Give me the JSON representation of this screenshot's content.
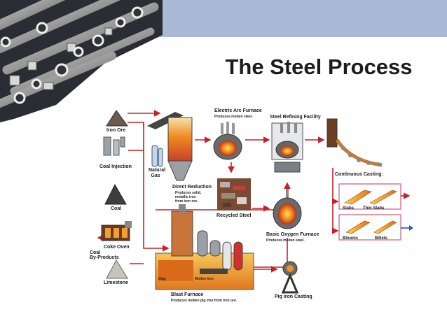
{
  "slide": {
    "title": "The Steel Process"
  },
  "diagram": {
    "nodes": {
      "iron_ore": "Iron Ore",
      "coal_injection": "Coal Injection",
      "natural_gas_line1": "Natural",
      "natural_gas_line2": "Gas",
      "direct_reduction": "Direct Reduction",
      "direct_reduction_desc": [
        "Produces solid,",
        "metallic iron",
        "from iron ore."
      ],
      "electric_arc_furnace": "Electric Arc Furnace",
      "electric_arc_furnace_desc": "Produces molten steel.",
      "steel_refining_facility": "Steel Refining Facility",
      "continuous_casting": "Continuous Casting:",
      "coal": "Coal",
      "recycled_steel": "Recycled Steel",
      "slabs": "Slabs",
      "thin_slabs": "Thin Slabs",
      "blooms": "Blooms",
      "billets": "Billets",
      "coke_oven": "Coke Oven",
      "coal_by_products_line1": "Coal",
      "coal_by_products_line2": "By-Products",
      "basic_oxygen_furnace": "Basic Oxygen Furnace",
      "basic_oxygen_furnace_desc": "Produces molten steel.",
      "limestone": "Limestone",
      "slag": "Slag",
      "molten_iron": "Molten Iron",
      "blast_furnace": "Blast Furnace",
      "blast_furnace_desc": "Produces molten pig iron from iron ore.",
      "pig_iron_casting": "Pig Iron Casting"
    },
    "colors": {
      "flow_line": "#c8202a",
      "molten": "#f07a1a",
      "hot_core": "#ffd23a",
      "rock": "#5a4a42",
      "steel_grey": "#8e949c",
      "title_band": "#a9b8d4",
      "product_border": "#c85a7a",
      "blue_arrow": "#2255cc"
    }
  }
}
